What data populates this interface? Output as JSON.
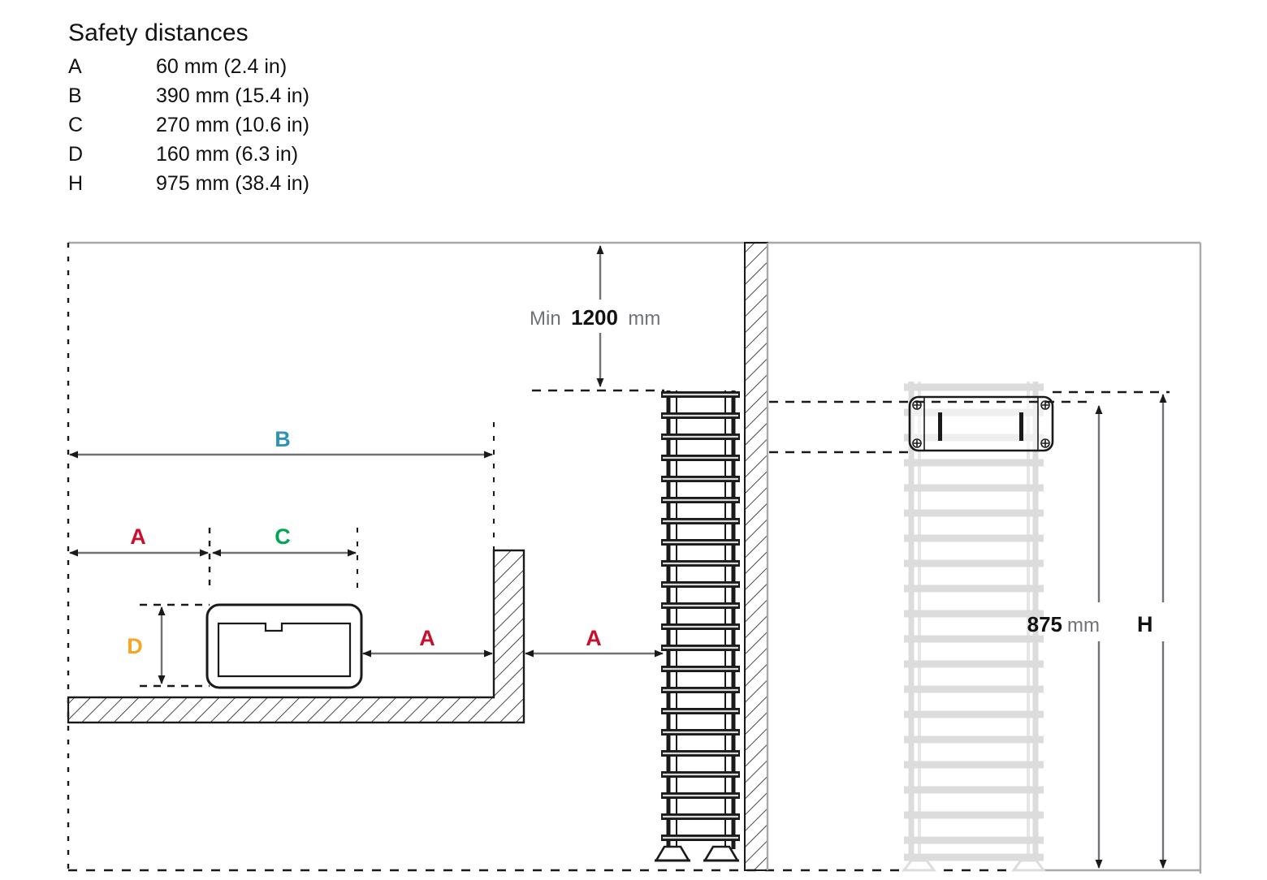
{
  "legend": {
    "title": "Safety distances",
    "rows": [
      {
        "key": "A",
        "value": "60 mm (2.4 in)"
      },
      {
        "key": "B",
        "value": "390 mm (15.4 in)"
      },
      {
        "key": "C",
        "value": "270 mm (10.6 in)"
      },
      {
        "key": "D",
        "value": "160 mm (6.3 in)"
      },
      {
        "key": "H",
        "value": "975 mm (38.4 in)"
      }
    ]
  },
  "diagram": {
    "labels": {
      "a_top": "A",
      "b": "B",
      "c": "C",
      "d": "D",
      "a_left_gap": "A",
      "a_right_gap": "A",
      "h": "H"
    },
    "ceiling_dimension": {
      "prefix": "Min",
      "value": "1200",
      "unit": "mm"
    },
    "height_dimension": {
      "value": "875",
      "unit": "mm"
    }
  },
  "colors": {
    "a_label": "#c8102e",
    "b_label": "#2e93b5",
    "c_label": "#00a651",
    "d_label": "#f5a623",
    "h_label": "#111111",
    "line": "#6f7276",
    "dark_line": "#111111",
    "frame": "#a8a8ad",
    "ghost": "#dcdcdc",
    "unit_text": "#6f7276"
  }
}
